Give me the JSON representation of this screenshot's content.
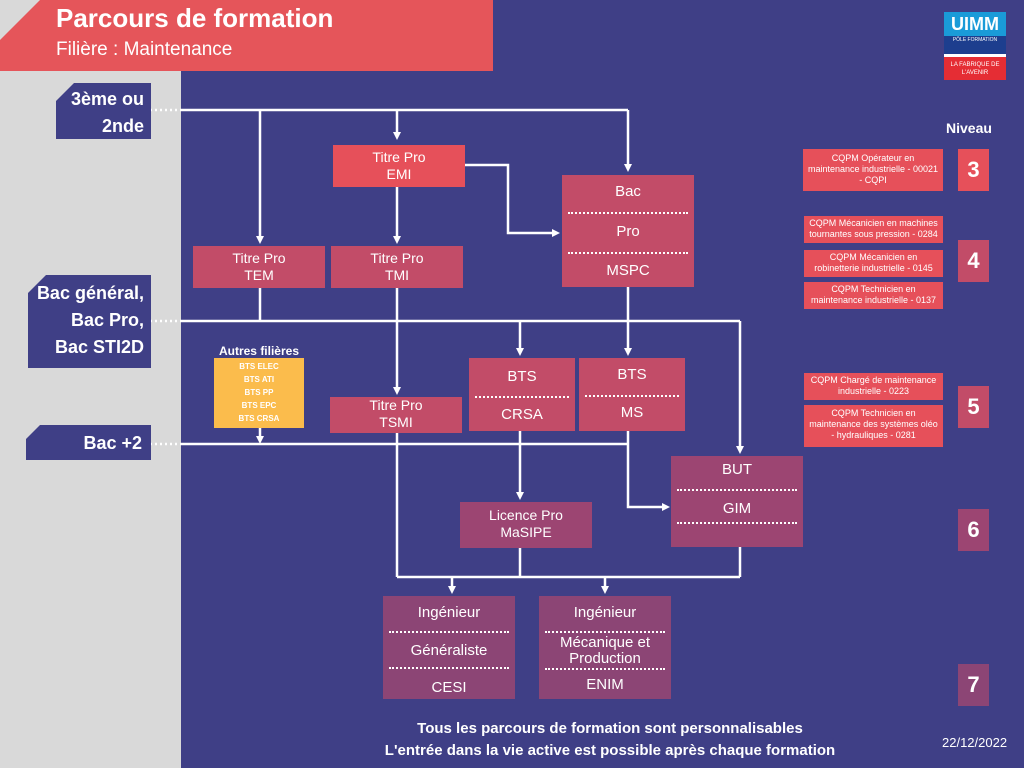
{
  "header": {
    "title": "Parcours de formation",
    "subtitle": "Filière : Maintenance"
  },
  "logo": {
    "uimm": "UIMM",
    "pole": "PÔLE FORMATION",
    "fabrique": "LA FABRIQUE DE L'AVENIR"
  },
  "entries": {
    "troisieme": [
      "3ème ou",
      "2nde"
    ],
    "bac": [
      "Bac général,",
      "Bac Pro,",
      "Bac STI2D"
    ],
    "bac2": "Bac +2"
  },
  "boxes": {
    "emi": [
      "Titre Pro",
      "EMI"
    ],
    "tem": [
      "Titre Pro",
      "TEM"
    ],
    "tmi": [
      "Titre Pro",
      "TMI"
    ],
    "tsmi": [
      "Titre Pro",
      "TSMI"
    ],
    "bac_pro": [
      "Bac",
      "Pro",
      "MSPC"
    ],
    "bts_crsa": [
      "BTS",
      "CRSA"
    ],
    "bts_ms": [
      "BTS",
      "MS"
    ],
    "but": [
      "BUT",
      "GIM"
    ],
    "licence": [
      "Licence Pro",
      "MaSIPE"
    ],
    "cesi": [
      "Ingénieur",
      "Généraliste",
      "CESI"
    ],
    "enim": [
      "Ingénieur",
      "Mécanique et",
      "Production",
      "ENIM"
    ]
  },
  "autres": {
    "label": "Autres filières",
    "items": [
      "BTS ELEC",
      "BTS ATI",
      "BTS PP",
      "BTS EPC",
      "BTS CRSA"
    ]
  },
  "niveau": {
    "title": "Niveau",
    "levels": [
      "3",
      "4",
      "5",
      "6",
      "7"
    ]
  },
  "cqpm": [
    "CQPM Opérateur en maintenance industrielle - 00021 - CQPI",
    "CQPM Mécanicien en machines tournantes sous pression - 0284",
    "CQPM Mécanicien en robinetterie industrielle - 0145",
    "CQPM Technicien en maintenance industrielle - 0137",
    "CQPM Chargé de maintenance industrielle - 0223",
    "CQPM Technicien en maintenance des systèmes oléo - hydrauliques - 0281"
  ],
  "footer": {
    "line1": "Tous les parcours de formation sont personnalisables",
    "line2": "L'entrée dans la vie active est possible après chaque formation",
    "date": "22/12/2022"
  },
  "colors": {
    "background": "#3f3f86",
    "header": "#e5555a",
    "red_box": "#e6505a",
    "rose_box": "#c24c68",
    "plum_box": "#9c4572",
    "autres_box": "#fbbc4c"
  }
}
